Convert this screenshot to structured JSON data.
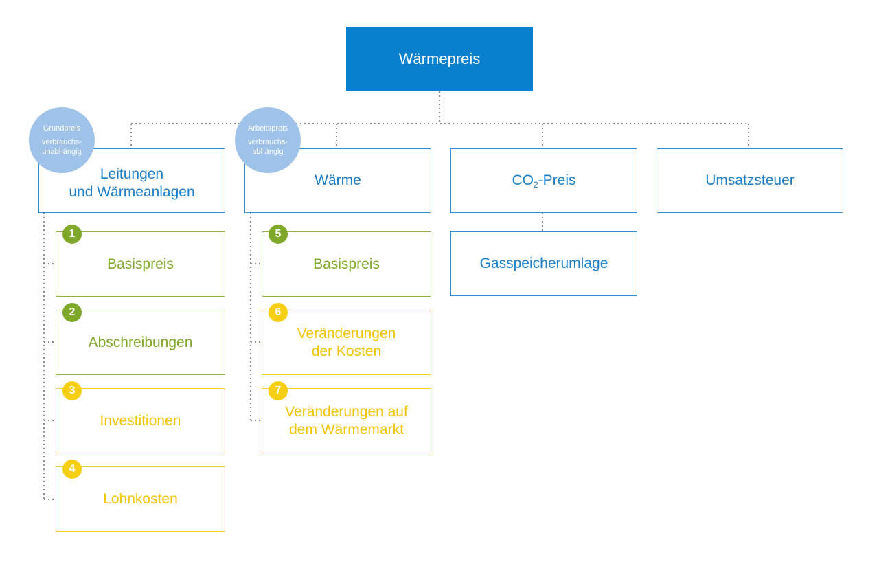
{
  "root": {
    "label": "Wärmepreis"
  },
  "bubbles": {
    "grundpreis": {
      "title": "Grundpreis",
      "subtitle": "verbrauchs-\nunabhängig"
    },
    "arbeitspreis": {
      "title": "Arbeitspreis",
      "subtitle": "verbrauchs-\nabhängig"
    }
  },
  "categories": {
    "leitungen": {
      "label": "Leitungen\nund Wärmeanlagen"
    },
    "waerme": {
      "label": "Wärme"
    },
    "co2": {
      "prefix": "CO",
      "subscript": "2",
      "suffix": "-Preis"
    },
    "umsatzsteuer": {
      "label": "Umsatzsteuer"
    }
  },
  "gasspeicherumlage": {
    "label": "Gasspeicherumlage"
  },
  "left_items": [
    {
      "number": "1",
      "label": "Basispreis",
      "color": "green"
    },
    {
      "number": "2",
      "label": "Abschreibungen",
      "color": "green"
    },
    {
      "number": "3",
      "label": "Investitionen",
      "color": "yellow"
    },
    {
      "number": "4",
      "label": "Lohnkosten",
      "color": "yellow"
    }
  ],
  "middle_items": [
    {
      "number": "5",
      "label": "Basispreis",
      "color": "green"
    },
    {
      "number": "6",
      "label": "Veränderungen\nder Kosten",
      "color": "yellow"
    },
    {
      "number": "7",
      "label": "Veränderungen auf\ndem Wärmemarkt",
      "color": "yellow"
    }
  ],
  "colors": {
    "blue": "#0880ce",
    "light_blue": "#9fc3e8",
    "green": "#7fa82a",
    "yellow": "#f2c400",
    "connector": "#8a8a8a"
  }
}
